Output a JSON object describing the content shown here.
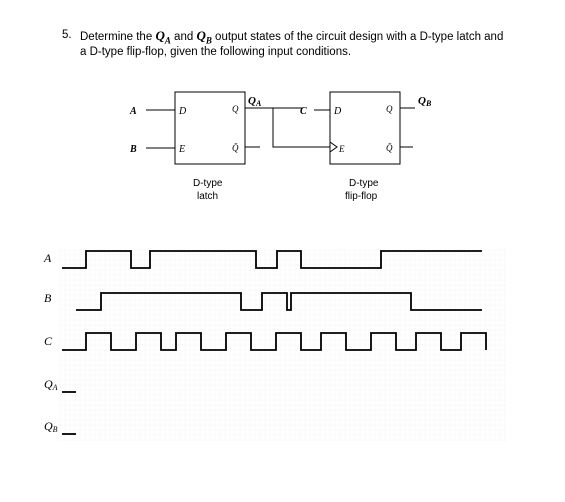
{
  "question": {
    "number": "5.",
    "line1_pre": "Determine the",
    "qa": "Q",
    "qa_sub": "A",
    "line1_mid": "and",
    "qb": "Q",
    "qb_sub": "B",
    "line1_post": "output states of the circuit design with a D-type latch and",
    "line2": "a D-type flip-flop, given the following input conditions."
  },
  "latch": {
    "input_a": "A",
    "input_b": "B",
    "pin_d": "D",
    "pin_e": "E",
    "pin_q": "Q",
    "pin_qbar": "Q̄",
    "output_label": "Q",
    "output_sub": "A",
    "caption1": "D-type",
    "caption2": "latch"
  },
  "flipflop": {
    "input_c": "C",
    "pin_d": "D",
    "pin_clk": "E",
    "pin_q": "Q",
    "pin_qbar": "Q̄",
    "output_label": "Q",
    "output_sub": "B",
    "caption1": "D-type",
    "caption2": "flip-flop"
  },
  "timing": {
    "signals": [
      {
        "label": "A",
        "sub": "",
        "edges": [
          [
            62,
            0
          ],
          [
            86,
            1
          ],
          [
            131,
            0
          ],
          [
            150,
            1
          ],
          [
            256,
            0
          ],
          [
            277,
            1
          ],
          [
            301,
            0
          ],
          [
            381,
            1
          ],
          [
            482,
            1
          ]
        ]
      },
      {
        "label": "B",
        "sub": "",
        "edges": [
          [
            76,
            0
          ],
          [
            101,
            1
          ],
          [
            241,
            0
          ],
          [
            262,
            1
          ],
          [
            287,
            0
          ],
          [
            291,
            1
          ],
          [
            411,
            0
          ],
          [
            482,
            0
          ]
        ]
      },
      {
        "label": "C",
        "sub": "",
        "edges": [
          [
            62,
            0
          ],
          [
            86,
            1
          ],
          [
            111,
            0
          ],
          [
            136,
            1
          ],
          [
            161,
            0
          ],
          [
            176,
            1
          ],
          [
            201,
            0
          ],
          [
            226,
            1
          ],
          [
            251,
            0
          ],
          [
            276,
            1
          ],
          [
            301,
            0
          ],
          [
            321,
            1
          ],
          [
            346,
            0
          ],
          [
            371,
            1
          ],
          [
            396,
            0
          ],
          [
            416,
            1
          ],
          [
            441,
            0
          ],
          [
            461,
            1
          ],
          [
            486,
            0
          ]
        ]
      },
      {
        "label": "Q",
        "sub": "A",
        "edges": []
      },
      {
        "label": "Q",
        "sub": "B",
        "edges": []
      }
    ]
  }
}
